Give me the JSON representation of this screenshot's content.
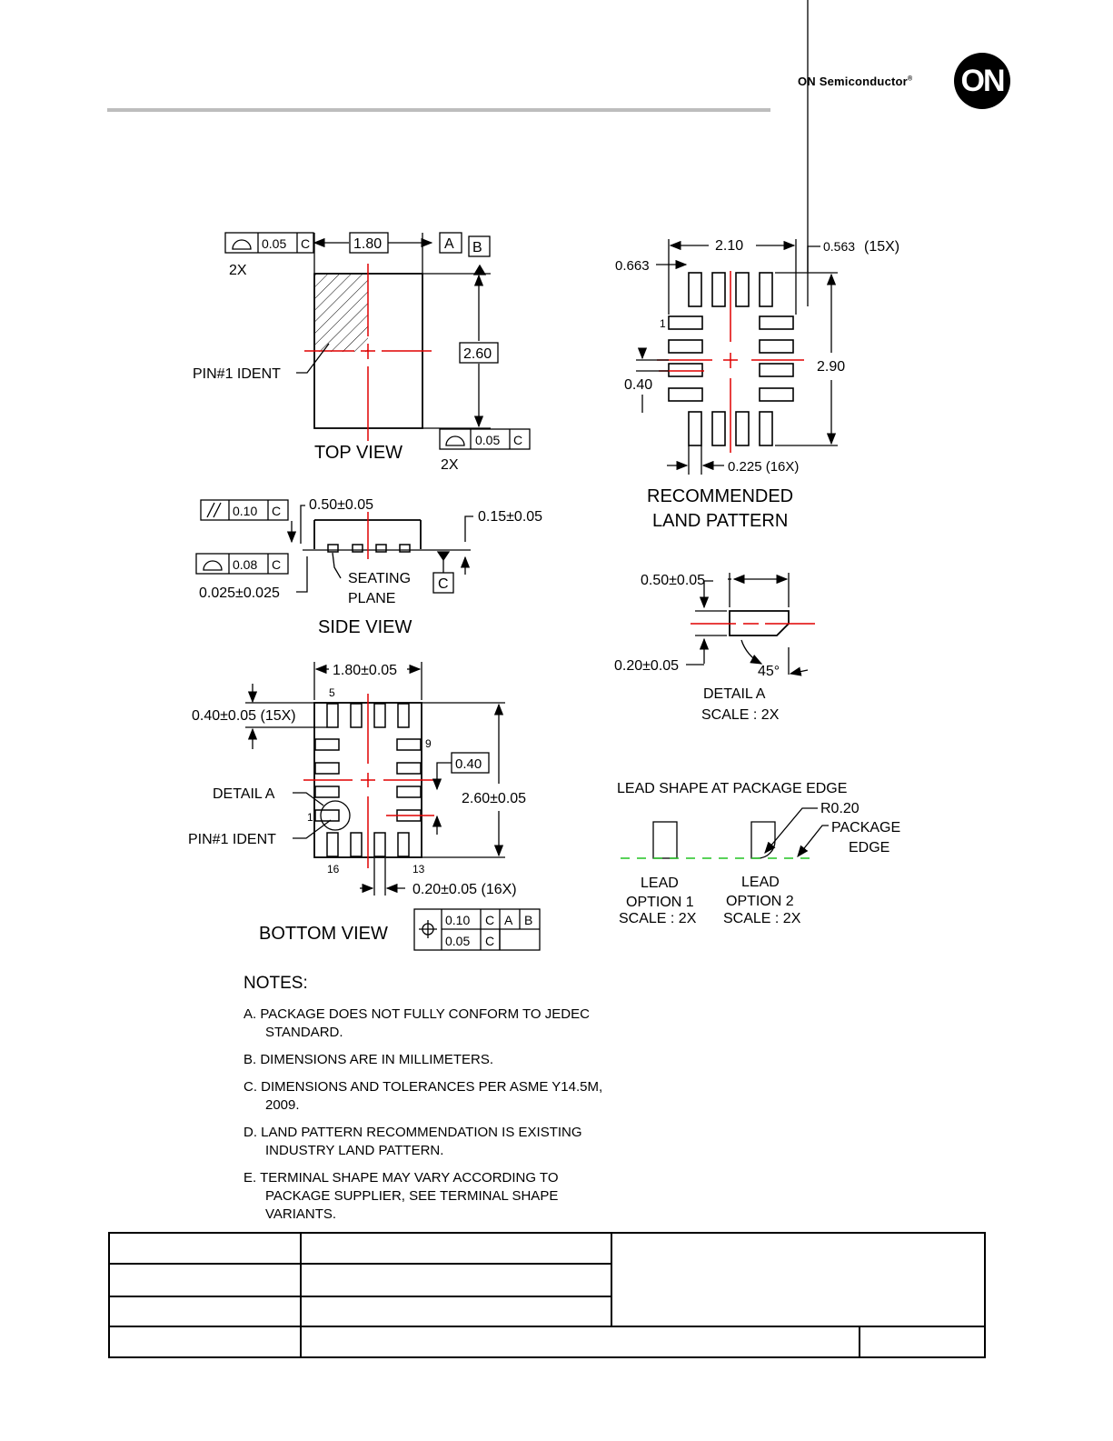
{
  "header": {
    "brand": "ON Semiconductor",
    "registered_mark": "®",
    "logo_text": "ON"
  },
  "top_view": {
    "fc_flatness_value": "0.05",
    "fc_datum": "C",
    "count_left": "2X",
    "width_dim": "1.80",
    "datum_a": "A",
    "datum_b": "B",
    "height_dim": "2.60",
    "fc2_value": "0.05",
    "fc2_datum": "C",
    "count_right": "2X",
    "pin1": "PIN#1 IDENT",
    "title": "TOP VIEW"
  },
  "side_view": {
    "parallel_value": "0.10",
    "parallel_datum": "C",
    "thickness": "0.50±0.05",
    "lead_thick": "0.15±0.05",
    "flat_value": "0.08",
    "flat_datum": "C",
    "standoff": "0.025±0.025",
    "seating": "SEATING",
    "plane": "PLANE",
    "datum_c": "C",
    "title": "SIDE VIEW"
  },
  "bottom_view": {
    "width": "1.80±0.05",
    "pin5": "5",
    "lead_len": "0.40±0.05 (15X)",
    "pin9": "9",
    "pitch": "0.40",
    "height": "2.60±0.05",
    "detail_a": "DETAIL A",
    "pin1_num": "1",
    "pin1": "PIN#1 IDENT",
    "pin16": "16",
    "pin13": "13",
    "lead_width": "0.20±0.05 (16X)",
    "title": "BOTTOM VIEW",
    "pos_v1": "0.10",
    "pos_c": "C",
    "pos_a": "A",
    "pos_b": "B",
    "pos_v2": "0.05",
    "pos_c2": "C"
  },
  "land_pattern": {
    "width": "2.10",
    "pad_len_val": "0.563",
    "pad_len_count": "(15X)",
    "offset": "0.663",
    "pin1": "1",
    "pitch": "0.40",
    "height": "2.90",
    "pad_width": "0.225 (16X)",
    "title1": "RECOMMENDED",
    "title2": "LAND PATTERN"
  },
  "detail_a": {
    "length": "0.50±0.05",
    "width": "0.20±0.05",
    "angle": "45°",
    "title": "DETAIL A",
    "scale": "SCALE : 2X"
  },
  "lead_shape": {
    "title": "LEAD SHAPE AT PACKAGE EDGE",
    "radius": "R0.20",
    "pkg1": "PACKAGE",
    "pkg2": "EDGE",
    "opt1_a": "LEAD",
    "opt1_b": "OPTION 1",
    "opt1_c": "SCALE : 2X",
    "opt2_a": "LEAD",
    "opt2_b": "OPTION 2",
    "opt2_c": "SCALE : 2X"
  },
  "notes": {
    "title": "NOTES:",
    "items": [
      "A.  PACKAGE DOES NOT FULLY CONFORM TO JEDEC STANDARD.",
      "B.  DIMENSIONS ARE IN MILLIMETERS.",
      "C.  DIMENSIONS AND TOLERANCES PER ASME Y14.5M, 2009.",
      "D.  LAND PATTERN RECOMMENDATION IS EXISTING INDUSTRY LAND PATTERN.",
      "E.  TERMINAL SHAPE MAY VARY ACCORDING TO PACKAGE SUPPLIER, SEE TERMINAL SHAPE VARIANTS."
    ]
  },
  "colors": {
    "centerline": "#e00000",
    "package_edge": "#22c322",
    "rule": "#bdbdbd"
  }
}
